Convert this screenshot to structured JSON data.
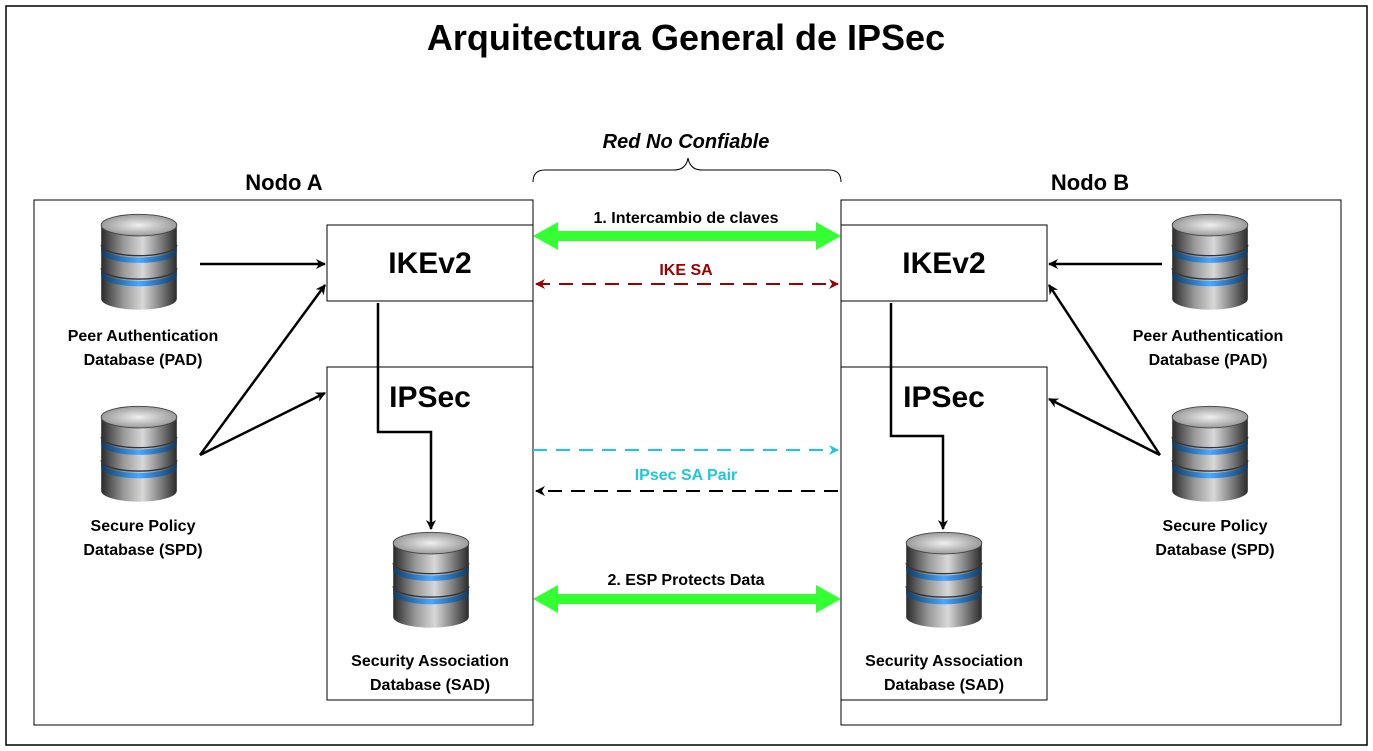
{
  "title": "Arquitectura General de IPSec",
  "untrusted_network": "Red No Confiable",
  "colors": {
    "green": "#33ff33",
    "dark_red": "#990000",
    "cyan": "#1fc8d8",
    "black": "#000000",
    "db_blue": "#3a8fe0"
  },
  "node_a": {
    "label": "Nodo A",
    "ike_label": "IKEv2",
    "ipsec_label": "IPSec",
    "pad": {
      "line1": "Peer Authentication",
      "line2": "Database (PAD)"
    },
    "spd": {
      "line1": "Secure Policy",
      "line2": "Database (SPD)"
    },
    "sad": {
      "line1": "Security Association",
      "line2": "Database (SAD)"
    }
  },
  "node_b": {
    "label": "Nodo B",
    "ike_label": "IKEv2",
    "ipsec_label": "IPSec",
    "pad": {
      "line1": "Peer Authentication",
      "line2": "Database (PAD)"
    },
    "spd": {
      "line1": "Secure Policy",
      "line2": "Database (SPD)"
    },
    "sad": {
      "line1": "Security Association",
      "line2": "Database (SAD)"
    }
  },
  "arrows": {
    "key_exchange": "1. Intercambio de claves",
    "ike_sa": "IKE SA",
    "ipsec_sa_pair": "IPsec SA Pair",
    "esp": "2. ESP Protects Data"
  }
}
